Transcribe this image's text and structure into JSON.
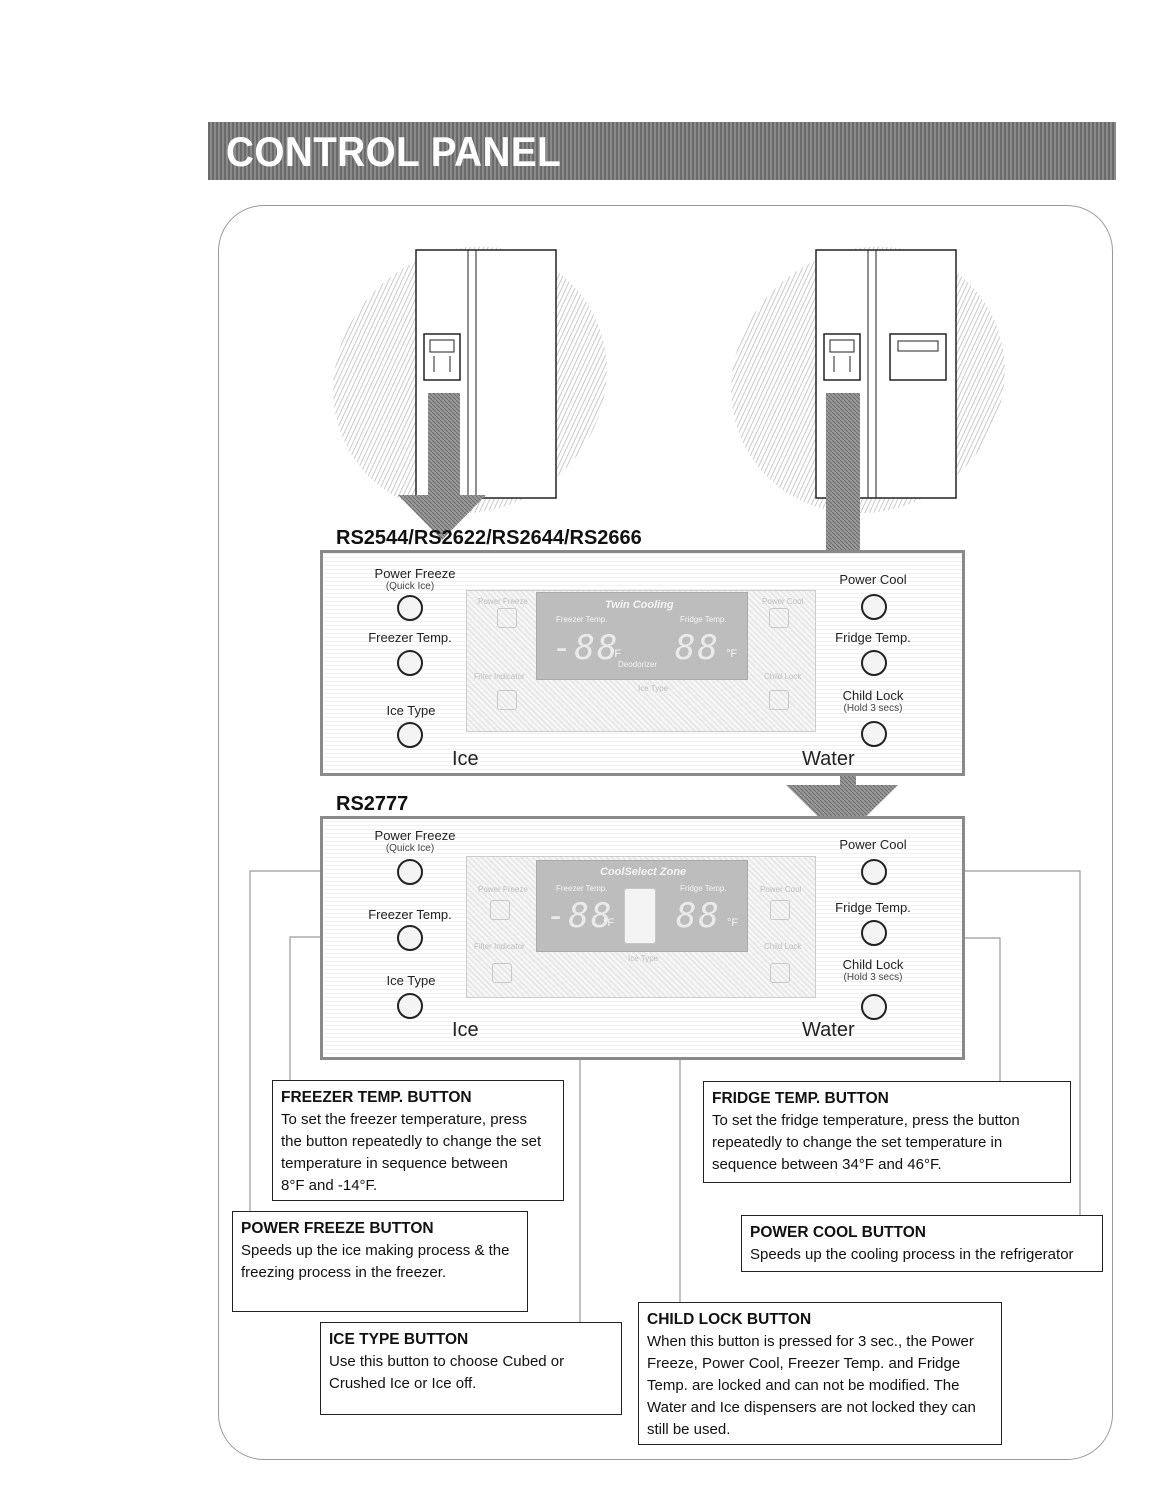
{
  "header": {
    "title": "CONTROL PANEL"
  },
  "models": {
    "top": "RS2544/RS2622/RS2644/RS2666",
    "bottom": "RS2777"
  },
  "panel_top": {
    "left_buttons": [
      {
        "label": "Power Freeze",
        "sub": "(Quick Ice)"
      },
      {
        "label": "Freezer Temp.",
        "sub": ""
      },
      {
        "label": "Ice Type",
        "sub": ""
      }
    ],
    "right_buttons": [
      {
        "label": "Power Cool",
        "sub": ""
      },
      {
        "label": "Fridge Temp.",
        "sub": ""
      },
      {
        "label": "Child Lock",
        "sub": "(Hold 3 secs)"
      }
    ],
    "dispenser_left": "Ice",
    "dispenser_right": "Water",
    "display": {
      "title": "Twin Cooling",
      "freezer_label": "Freezer Temp.",
      "fridge_label": "Fridge Temp.",
      "freezer_digits": "-88",
      "fridge_digits": "88",
      "unit": "°F",
      "deodorizer": "Deodorizer",
      "ice_type": "Ice Type",
      "side_left": [
        "Power Freeze",
        "Filter Indicator"
      ],
      "side_right": [
        "Power Cool",
        "Child Lock"
      ]
    }
  },
  "panel_bottom": {
    "left_buttons": [
      {
        "label": "Power Freeze",
        "sub": "(Quick Ice)"
      },
      {
        "label": "Freezer Temp.",
        "sub": ""
      },
      {
        "label": "Ice Type",
        "sub": ""
      }
    ],
    "right_buttons": [
      {
        "label": "Power Cool",
        "sub": ""
      },
      {
        "label": "Fridge Temp.",
        "sub": ""
      },
      {
        "label": "Child Lock",
        "sub": "(Hold 3 secs)"
      }
    ],
    "dispenser_left": "Ice",
    "dispenser_right": "Water",
    "display": {
      "title": "CoolSelect Zone",
      "freezer_label": "Freezer Temp.",
      "fridge_label": "Fridge Temp.",
      "freezer_digits": "-88",
      "fridge_digits": "88",
      "unit": "°F",
      "ice_type": "Ice Type",
      "side_left": [
        "Power Freeze",
        "Filter Indicator"
      ],
      "side_right": [
        "Power Cool",
        "Child Lock"
      ]
    }
  },
  "callouts": {
    "freezer_temp": {
      "title": "FREEZER TEMP. BUTTON",
      "lines": [
        "To set the freezer temperature, press",
        "the button repeatedly to change the set",
        "temperature in sequence between",
        "8°F and -14°F."
      ]
    },
    "fridge_temp": {
      "title": "FRIDGE TEMP. BUTTON",
      "lines": [
        "To set the fridge temperature, press the button",
        "repeatedly to change the set temperature in",
        "sequence between 34°F and 46°F."
      ]
    },
    "power_freeze": {
      "title": "POWER FREEZE BUTTON",
      "lines": [
        "Speeds up the ice making process & the",
        "freezing process in the freezer."
      ]
    },
    "power_cool": {
      "title": "POWER COOL BUTTON",
      "lines": [
        "Speeds up the cooling process in the refrigerator"
      ]
    },
    "ice_type": {
      "title": "ICE TYPE BUTTON",
      "lines": [
        "Use this button to choose Cubed or",
        "Crushed Ice or Ice off."
      ]
    },
    "child_lock": {
      "title": "CHILD LOCK  BUTTON",
      "lines": [
        "When this button is pressed for 3 sec., the Power",
        "Freeze, Power Cool, Freezer Temp. and Fridge",
        "Temp. are locked and can not be modified. The",
        "Water and Ice dispensers are not  locked they can",
        "still be used."
      ]
    }
  }
}
